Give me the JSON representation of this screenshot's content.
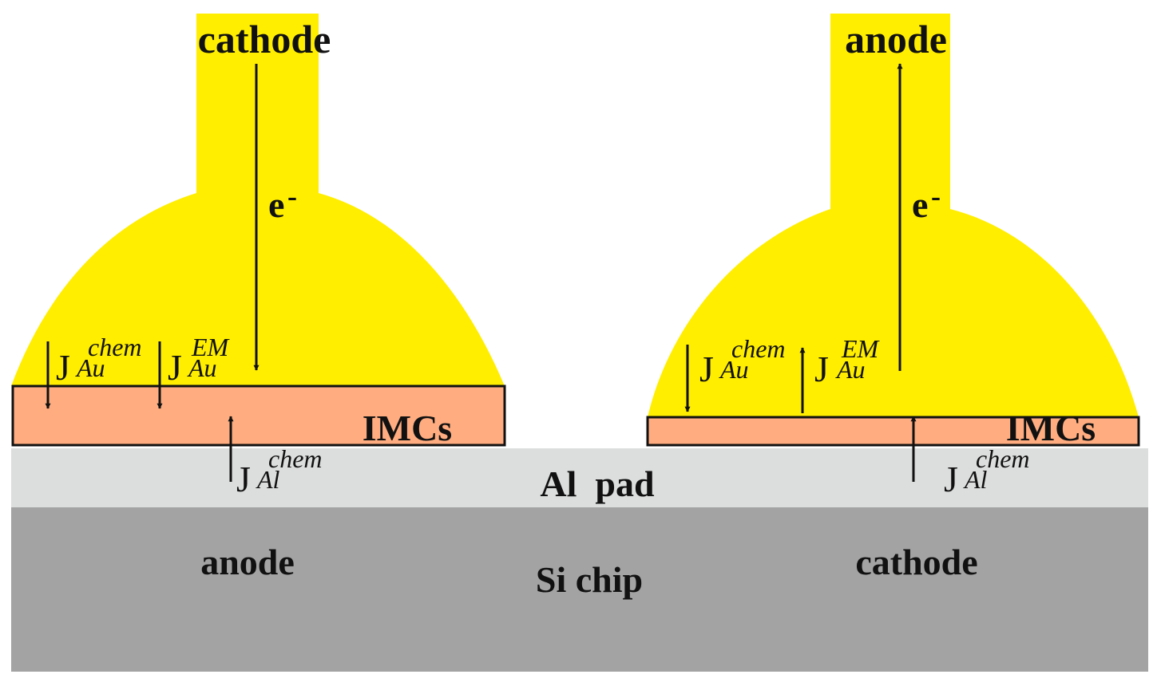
{
  "colors": {
    "gold": "#FFEE00",
    "imc": "#FFAD80",
    "al_pad": "#DCDEDD",
    "si_chip": "#A2A3A2",
    "background": "#FFFFFF",
    "ink": "#111111"
  },
  "layers": {
    "si_chip": "Si chip",
    "al_pad": "Al  pad"
  },
  "left_bump": {
    "wire_terminal": "cathode",
    "electron": "e",
    "electron_charge": "-",
    "imc": "IMCs",
    "substrate_terminal": "anode",
    "j_au_chem": {
      "main": "J",
      "sup": "chem",
      "sub": "Au",
      "direction": "down"
    },
    "j_au_em": {
      "main": "J",
      "sup": "EM",
      "sub": "Au",
      "direction": "down"
    },
    "j_al_chem": {
      "main": "J",
      "sup": "chem",
      "sub": "Al",
      "direction": "up"
    },
    "electron_direction": "down"
  },
  "right_bump": {
    "wire_terminal": "anode",
    "electron": "e",
    "electron_charge": "-",
    "imc": "IMCs",
    "substrate_terminal": "cathode",
    "j_au_chem": {
      "main": "J",
      "sup": "chem",
      "sub": "Au",
      "direction": "down"
    },
    "j_au_em": {
      "main": "J",
      "sup": "EM",
      "sub": "Au",
      "direction": "up"
    },
    "j_al_chem": {
      "main": "J",
      "sup": "chem",
      "sub": "Al",
      "direction": "up"
    },
    "electron_direction": "up"
  }
}
